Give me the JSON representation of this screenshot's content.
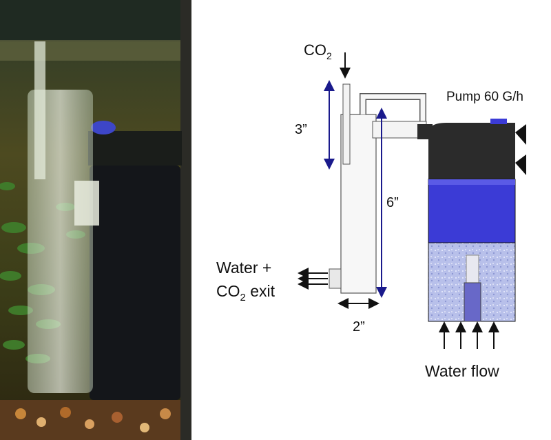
{
  "labels": {
    "co2_main": "CO",
    "co2_sub": "2",
    "pump": "Pump 60 G/h",
    "dim_3": "3”",
    "dim_6": "6”",
    "dim_2": "2”",
    "exit_line1": "Water +",
    "exit_line2_main": "CO",
    "exit_line2_sub": "2",
    "exit_line2_tail": " exit",
    "water_flow": "Water flow"
  },
  "colors": {
    "dimension_arrow": "#1a1a8c",
    "pump_body": "#2a2a2a",
    "pump_blue": "#3b3bd6",
    "sponge": "#b4bce8",
    "tube": "#f2f2f2"
  }
}
